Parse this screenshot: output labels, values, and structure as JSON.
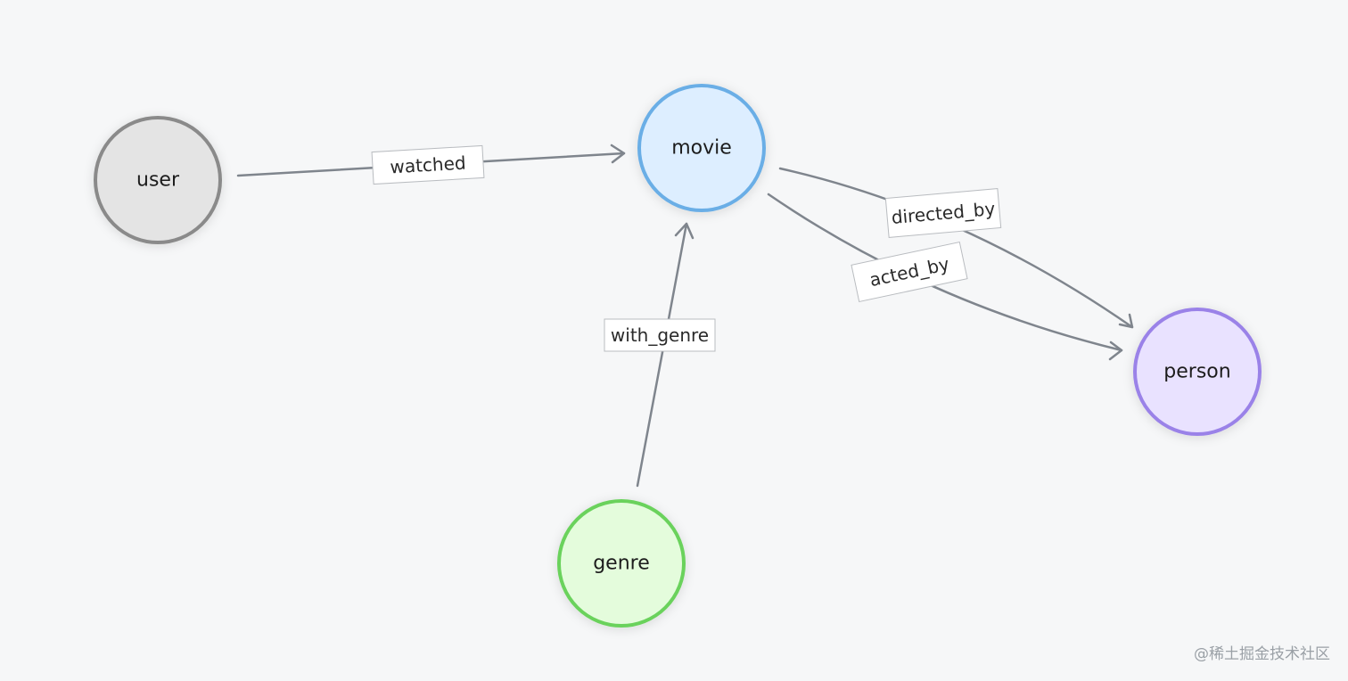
{
  "nodes": {
    "user": {
      "label": "user",
      "fill": "#e4e4e4",
      "stroke": "#8a8a8a"
    },
    "movie": {
      "label": "movie",
      "fill": "#ddeeff",
      "stroke": "#6aaee6"
    },
    "person": {
      "label": "person",
      "fill": "#e9e2ff",
      "stroke": "#9a82e8"
    },
    "genre": {
      "label": "genre",
      "fill": "#e4fcdc",
      "stroke": "#6bd25c"
    }
  },
  "edges": {
    "watched": {
      "label": "watched",
      "from": "user",
      "to": "movie"
    },
    "directed_by": {
      "label": "directed_by",
      "from": "movie",
      "to": "person"
    },
    "acted_by": {
      "label": "acted_by",
      "from": "movie",
      "to": "person"
    },
    "with_genre": {
      "label": "with_genre",
      "from": "genre",
      "to": "movie"
    }
  },
  "watermark": "@稀土掘金技术社区",
  "colors": {
    "background": "#f6f7f8",
    "edge": "#7f858d"
  }
}
